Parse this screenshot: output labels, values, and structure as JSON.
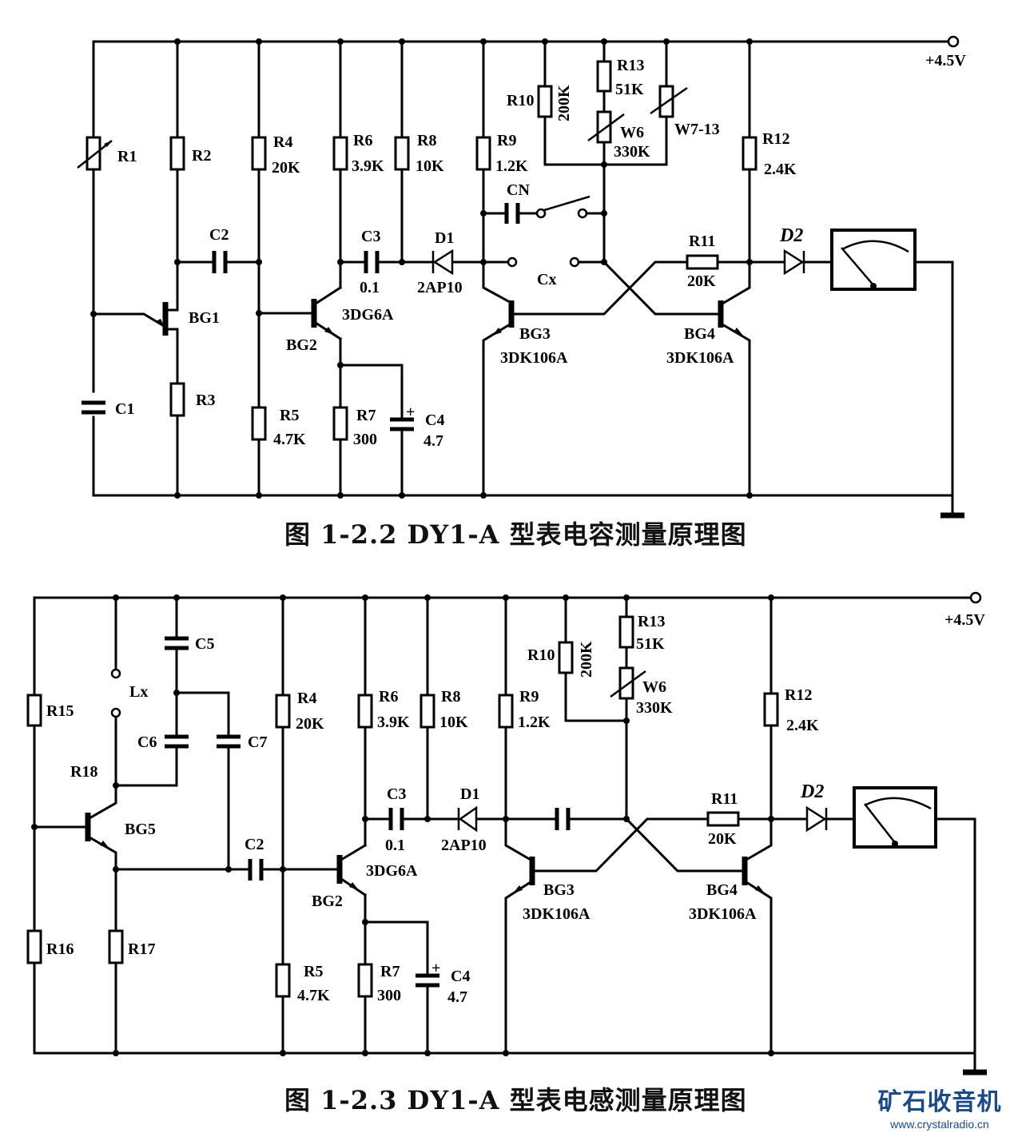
{
  "diagram1": {
    "caption": "图 1-2.2   DY1-A 型表电容测量原理图",
    "supply": "+4.5V",
    "labels": {
      "R1": "R1",
      "R2": "R2",
      "R3": "R3",
      "R4": "R4",
      "R4_val": "20K",
      "R5": "R5",
      "R5_val": "4.7K",
      "R6": "R6",
      "R6_val": "3.9K",
      "R7": "R7",
      "R7_val": "300",
      "R8": "R8",
      "R8_val": "10K",
      "R9": "R9",
      "R9_val": "1.2K",
      "R10": "R10",
      "R10_val": "200K",
      "R11": "R11",
      "R11_val": "20K",
      "R12": "R12",
      "R12_val": "2.4K",
      "R13": "R13",
      "R13_val": "51K",
      "W6": "W6",
      "W6_val": "330K",
      "W7": "W7-13",
      "C1": "C1",
      "C2": "C2",
      "C3": "C3",
      "C3_val": "0.1",
      "C4": "C4",
      "C4_val": "4.7",
      "C4_pol": "+",
      "CN": "CN",
      "CX": "Cx",
      "D1": "D1",
      "D1_val": "2AP10",
      "D2": "D2",
      "BG1": "BG1",
      "BG2": "BG2",
      "BG2_val": "3DG6A",
      "BG3": "BG3",
      "BG3_val": "3DK106A",
      "BG4": "BG4",
      "BG4_val": "3DK106A"
    }
  },
  "diagram2": {
    "caption": "图 1-2.3   DY1-A 型表电感测量原理图",
    "supply": "+4.5V",
    "labels": {
      "R15": "R15",
      "R16": "R16",
      "R17": "R17",
      "R18": "R18",
      "LX": "Lx",
      "C5": "C5",
      "C6": "C6",
      "C7": "C7",
      "C2": "C2",
      "BG5": "BG5",
      "R4": "R4",
      "R4_val": "20K",
      "R5": "R5",
      "R5_val": "4.7K",
      "R6": "R6",
      "R6_val": "3.9K",
      "R7": "R7",
      "R7_val": "300",
      "R8": "R8",
      "R8_val": "10K",
      "R9": "R9",
      "R9_val": "1.2K",
      "R10": "R10",
      "R10_val": "200K",
      "R11": "R11",
      "R11_val": "20K",
      "R12": "R12",
      "R12_val": "2.4K",
      "R13": "R13",
      "R13_val": "51K",
      "W6": "W6",
      "W6_val": "330K",
      "C3": "C3",
      "C3_val": "0.1",
      "C4": "C4",
      "C4_val": "4.7",
      "C4_pol": "+",
      "D1": "D1",
      "D1_val": "2AP10",
      "D2": "D2",
      "BG2": "BG2",
      "BG2_val": "3DG6A",
      "BG3": "BG3",
      "BG3_val": "3DK106A",
      "BG4": "BG4",
      "BG4_val": "3DK106A"
    }
  },
  "watermark": {
    "cn": "矿石收音机",
    "url": "www.crystalradio.cn",
    "color": "#1a4a8a"
  }
}
